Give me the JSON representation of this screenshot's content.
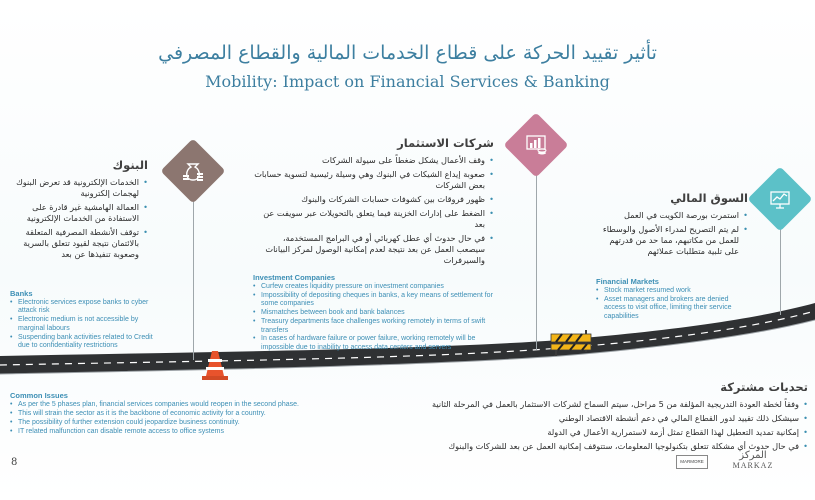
{
  "page": {
    "title_ar": "تأثير تقييد الحركة على قطاع الخدمات المالية والقطاع المصرفي",
    "title_en": "Mobility: Impact on Financial Services & Banking",
    "page_number": "8",
    "accent_color": "#3d7fa0"
  },
  "icons": {
    "banks": {
      "name": "money-bag-coins-icon",
      "color": "#8c7670"
    },
    "investment": {
      "name": "bar-chart-coins-icon",
      "color": "#c97d98"
    },
    "market": {
      "name": "presentation-chart-icon",
      "color": "#5cc1c8"
    }
  },
  "banks": {
    "title_ar": "البنوك",
    "items_ar": [
      "الخدمات الإلكترونية قد تعرض البنوك لهجمات إلكترونية",
      "العمالة الهامشية غير قادرة على الاستفادة من الخدمات الإلكترونية",
      "توقف الأنشطة المصرفية المتعلقة بالائتمان نتيجة لقيود تتعلق بالسرية وصعوبة تنفيذها عن بعد"
    ],
    "title_en": "Banks",
    "items_en": [
      "Electronic services expose banks to cyber attack risk",
      "Electronic medium is not accessible by marginal labours",
      "Suspending bank activities related to Credit due to confidentiality restrictions"
    ]
  },
  "investment": {
    "title_ar": "شركات الاستثمار",
    "items_ar": [
      "وقف الأعمال يشكل ضغطاً على سيولة الشركات",
      "صعوبة إيداع الشيكات في البنوك وهي وسيلة رئيسية لتسوية حسابات بعض الشركات",
      "ظهور فروقات بين كشوفات حسابات الشركات والبنوك",
      "الضغط على إدارات الخزينة فيما يتعلق بالتحويلات عبر سويفت عن بعد",
      "في حال حدوث أي عطل كهربائي أو في البرامج المستخدمة، سيصعب العمل عن بعد نتيجة لعدم إمكانية الوصول لمركز البيانات والسيرفرات"
    ],
    "title_en": "Investment Companies",
    "items_en": [
      "Curfew creates liquidity pressure on investment companies",
      "Impossibility of depositing cheques in banks, a key means of settlement for some companies",
      "Mismatches between book and bank balances",
      "Treasury departments face challenges working remotely in terms of swift transfers",
      "In cases of hardware failure or power failure, working remotely will be impossible due to inability to access data centers and servers"
    ]
  },
  "market": {
    "title_ar": "السوق المالي",
    "items_ar": [
      "استمرت بورصة الكويت في العمل",
      "لم يتم التصريح لمدراء الأصول والوسطاء للعمل من مكاتبهم، مما حد من قدرتهم على تلبية متطلبات عملائهم"
    ],
    "title_en": "Financial Markets",
    "items_en": [
      "Stock market resumed work",
      "Asset managers and brokers are denied access to visit office, limiting their service capabilities"
    ]
  },
  "common": {
    "title_ar": "تحديات مشتركة",
    "items_ar": [
      "وفقاً لخطة العودة التدريجية المؤلفة من 5 مراحل، سيتم السماح لشركات الاستثمار بالعمل في المرحلة الثانية",
      "سيشكل ذلك تقييد لدور القطاع المالي في دعم أنشطة الاقتصاد الوطني",
      "إمكانية تمديد التعطيل لهذا القطاع تمثل أزمة لاستمرارية الأعمال في الدولة",
      "في حال حدوث أي مشكلة تتعلق بتكنولوجيا المعلومات، ستتوقف إمكانية العمل عن بعد للشركات والبنوك"
    ],
    "title_en": "Common Issues",
    "items_en": [
      "As per the 5 phases plan, financial services companies would reopen in the second phase.",
      "This will strain the sector as it is the backbone of economic activity for a country.",
      "The possibility of further extension could jeopardize business continuity.",
      "IT related malfunction can disable remote access to office systems"
    ]
  },
  "logos": {
    "marbel_text": "MARMORE",
    "markaz_ar": "المركز",
    "markaz_en": "MARKAZ"
  }
}
